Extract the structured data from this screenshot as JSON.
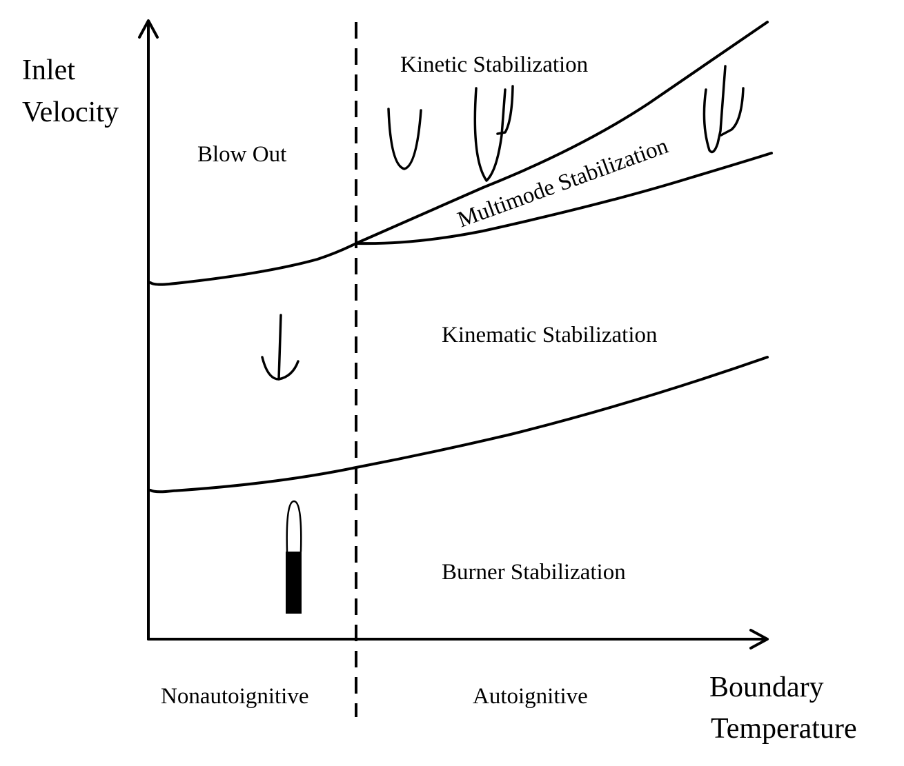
{
  "axes": {
    "y_label_line1": "Inlet",
    "y_label_line2": "Velocity",
    "x_label_line1": "Boundary",
    "x_label_line2": "Temperature"
  },
  "regions": {
    "blow_out": "Blow Out",
    "kinetic": "Kinetic Stabilization",
    "multimode": "Multimode Stabilization",
    "kinematic": "Kinematic Stabilization",
    "burner": "Burner Stabilization"
  },
  "x_zones": {
    "left": "Nonautoignitive",
    "right": "Autoignitive"
  }
}
